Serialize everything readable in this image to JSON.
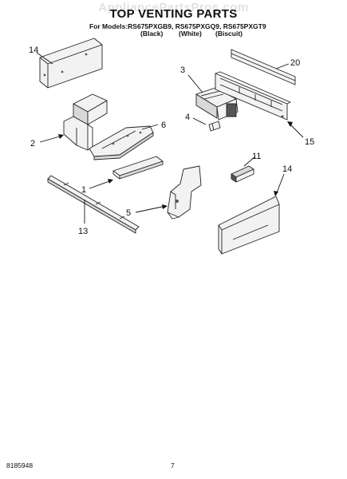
{
  "header": {
    "watermark": "AppliancePartsPros.com",
    "title": "TOP VENTING PARTS",
    "models_line": "For Models:RS675PXGB9, RS675PXGQ9, RS675PXGT9",
    "color_labels": [
      "(Black)",
      "(White)",
      "(Biscuit)"
    ]
  },
  "callouts": {
    "c14a": "14",
    "c2": "2",
    "c6": "6",
    "c3": "3",
    "c4": "4",
    "c20": "20",
    "c15": "15",
    "c1": "1",
    "c11": "11",
    "c14b": "14",
    "c5": "5",
    "c13": "13"
  },
  "footer": {
    "doc_number": "8185948",
    "page_number": "7"
  }
}
